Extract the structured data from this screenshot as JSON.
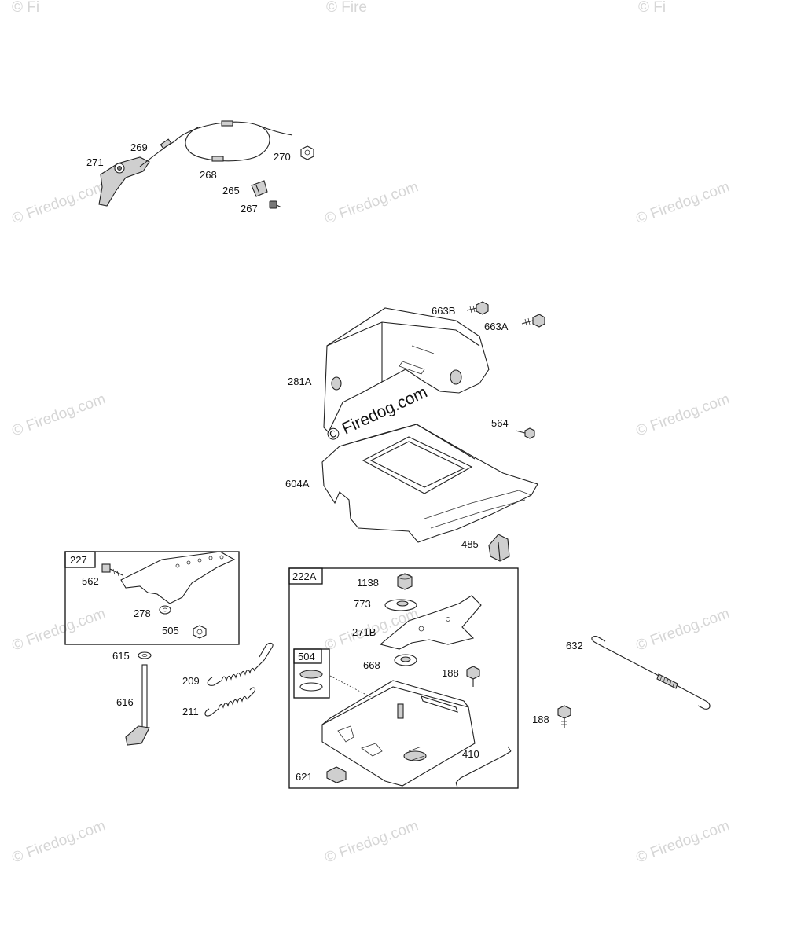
{
  "watermark": {
    "text": "© Firedog.com",
    "partial_text": "© Fire",
    "partial_text_2": "© Fi"
  },
  "labels": {
    "p271": "271",
    "p269": "269",
    "p268": "268",
    "p270": "270",
    "p265": "265",
    "p267": "267",
    "p663B": "663B",
    "p663A": "663A",
    "p281A": "281A",
    "p564": "564",
    "p604A": "604A",
    "p485": "485",
    "p227": "227",
    "p562": "562",
    "p278": "278",
    "p505": "505",
    "p615": "615",
    "p616": "616",
    "p209": "209",
    "p211": "211",
    "p222A": "222A",
    "p1138": "1138",
    "p773": "773",
    "p271B": "271B",
    "p504": "504",
    "p668": "668",
    "p188a": "188",
    "p410": "410",
    "p621": "621",
    "p632": "632",
    "p188b": "188"
  }
}
